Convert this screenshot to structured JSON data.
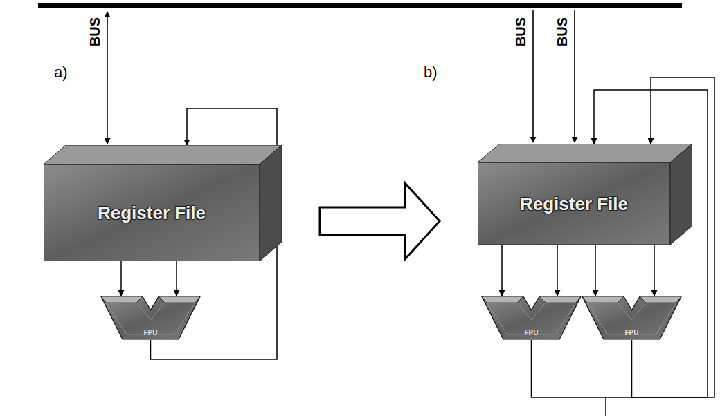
{
  "diagram": {
    "nodes": [
      {
        "text": [
          "Register File"
        ]
      },
      {
        "text": [
          "FPU"
        ]
      },
      {
        "text": [
          "Register File"
        ]
      },
      {
        "text": [
          "FPU"
        ]
      },
      {
        "text": [
          "FPU"
        ]
      }
    ],
    "edges": [
      {
        "from": 0,
        "to": 1,
        "arrow": "to"
      },
      {
        "from": 0,
        "to": 1,
        "arrow": "to"
      },
      {
        "from": 1,
        "to": 0,
        "arrow": "to"
      },
      {
        "from": 2,
        "to": 3,
        "arrow": "to"
      },
      {
        "from": 2,
        "to": 3,
        "arrow": "to"
      },
      {
        "from": 2,
        "to": 4,
        "arrow": "to"
      },
      {
        "from": 2,
        "to": 4,
        "arrow": "to"
      },
      {
        "from": 3,
        "to": 2,
        "arrow": "to"
      },
      {
        "from": 4,
        "to": 2,
        "arrow": "to"
      }
    ],
    "labels": [
      "a)",
      "BUS",
      "b)",
      "BUS",
      "BUS"
    ]
  }
}
